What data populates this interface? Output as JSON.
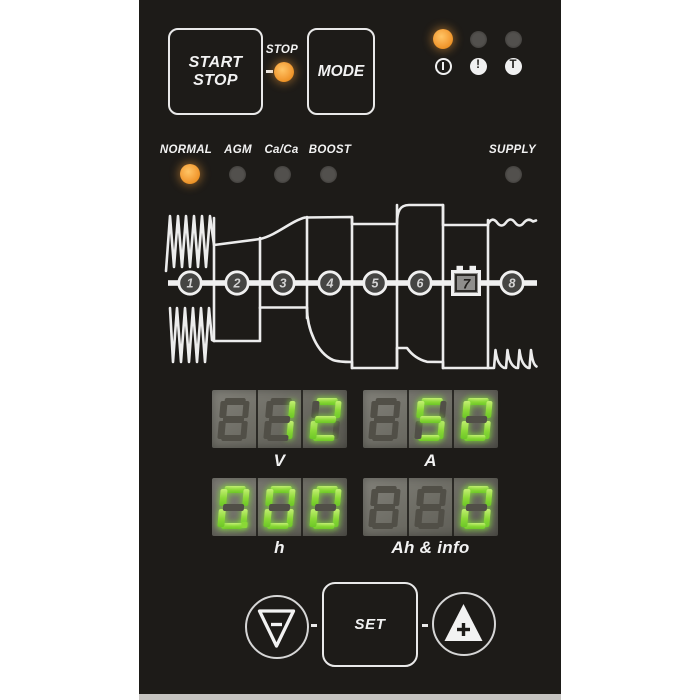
{
  "device": {
    "name": "battery charger front panel"
  },
  "top": {
    "start_stop_button": {
      "line1": "START",
      "line2": "STOP"
    },
    "stop_indicator": {
      "label": "STOP",
      "lit": true
    },
    "mode_button": {
      "label": "MODE"
    },
    "status_leds": [
      {
        "name": "power",
        "lit": true
      },
      {
        "name": "error",
        "lit": false
      },
      {
        "name": "temperature",
        "lit": false
      }
    ],
    "status_icons": [
      {
        "name": "power-icon",
        "glyph": "|"
      },
      {
        "name": "error-icon",
        "glyph": "!"
      },
      {
        "name": "temperature-icon",
        "glyph": "T"
      }
    ]
  },
  "modes": {
    "items": [
      {
        "label": "NORMAL",
        "lit": true
      },
      {
        "label": "AGM",
        "lit": false
      },
      {
        "label": "Ca/Ca",
        "lit": false
      },
      {
        "label": "BOOST",
        "lit": false
      }
    ],
    "supply": {
      "label": "SUPPLY",
      "lit": false
    }
  },
  "diagram": {
    "steps": [
      {
        "n": "1"
      },
      {
        "n": "2"
      },
      {
        "n": "3"
      },
      {
        "n": "4"
      },
      {
        "n": "5"
      },
      {
        "n": "6"
      },
      {
        "n": "7",
        "type": "battery"
      },
      {
        "n": "8"
      }
    ]
  },
  "displays": [
    {
      "id": "voltage",
      "label": "V",
      "value": "12",
      "digits": [
        {
          "seg": "8",
          "lit": false
        },
        {
          "seg": "1",
          "lit": true
        },
        {
          "seg": "2",
          "lit": true
        }
      ]
    },
    {
      "id": "current",
      "label": "A",
      "value": "50",
      "digits": [
        {
          "seg": "8",
          "lit": false
        },
        {
          "seg": "5",
          "lit": true
        },
        {
          "seg": "0",
          "lit": true
        }
      ]
    },
    {
      "id": "time",
      "label": "h",
      "value": "0.00",
      "digits": [
        {
          "seg": "0",
          "lit": true,
          "dp": true
        },
        {
          "seg": "0",
          "lit": true
        },
        {
          "seg": "0",
          "lit": true
        }
      ]
    },
    {
      "id": "ah_info",
      "label": "Ah & info",
      "value": "0",
      "digits": [
        {
          "seg": "8",
          "lit": false
        },
        {
          "seg": "8",
          "lit": false
        },
        {
          "seg": "0",
          "lit": true
        }
      ]
    }
  ],
  "bottom": {
    "decrease_label": "-",
    "set_button": "SET",
    "increase_label": "+"
  },
  "colors": {
    "led_orange": "#f39d38",
    "led_off": "#474644",
    "segment_on": "#8ad836",
    "segment_ghost": "#514f47",
    "panel_bg": "#1d1b18",
    "outline_white": "#f0f0f0"
  }
}
